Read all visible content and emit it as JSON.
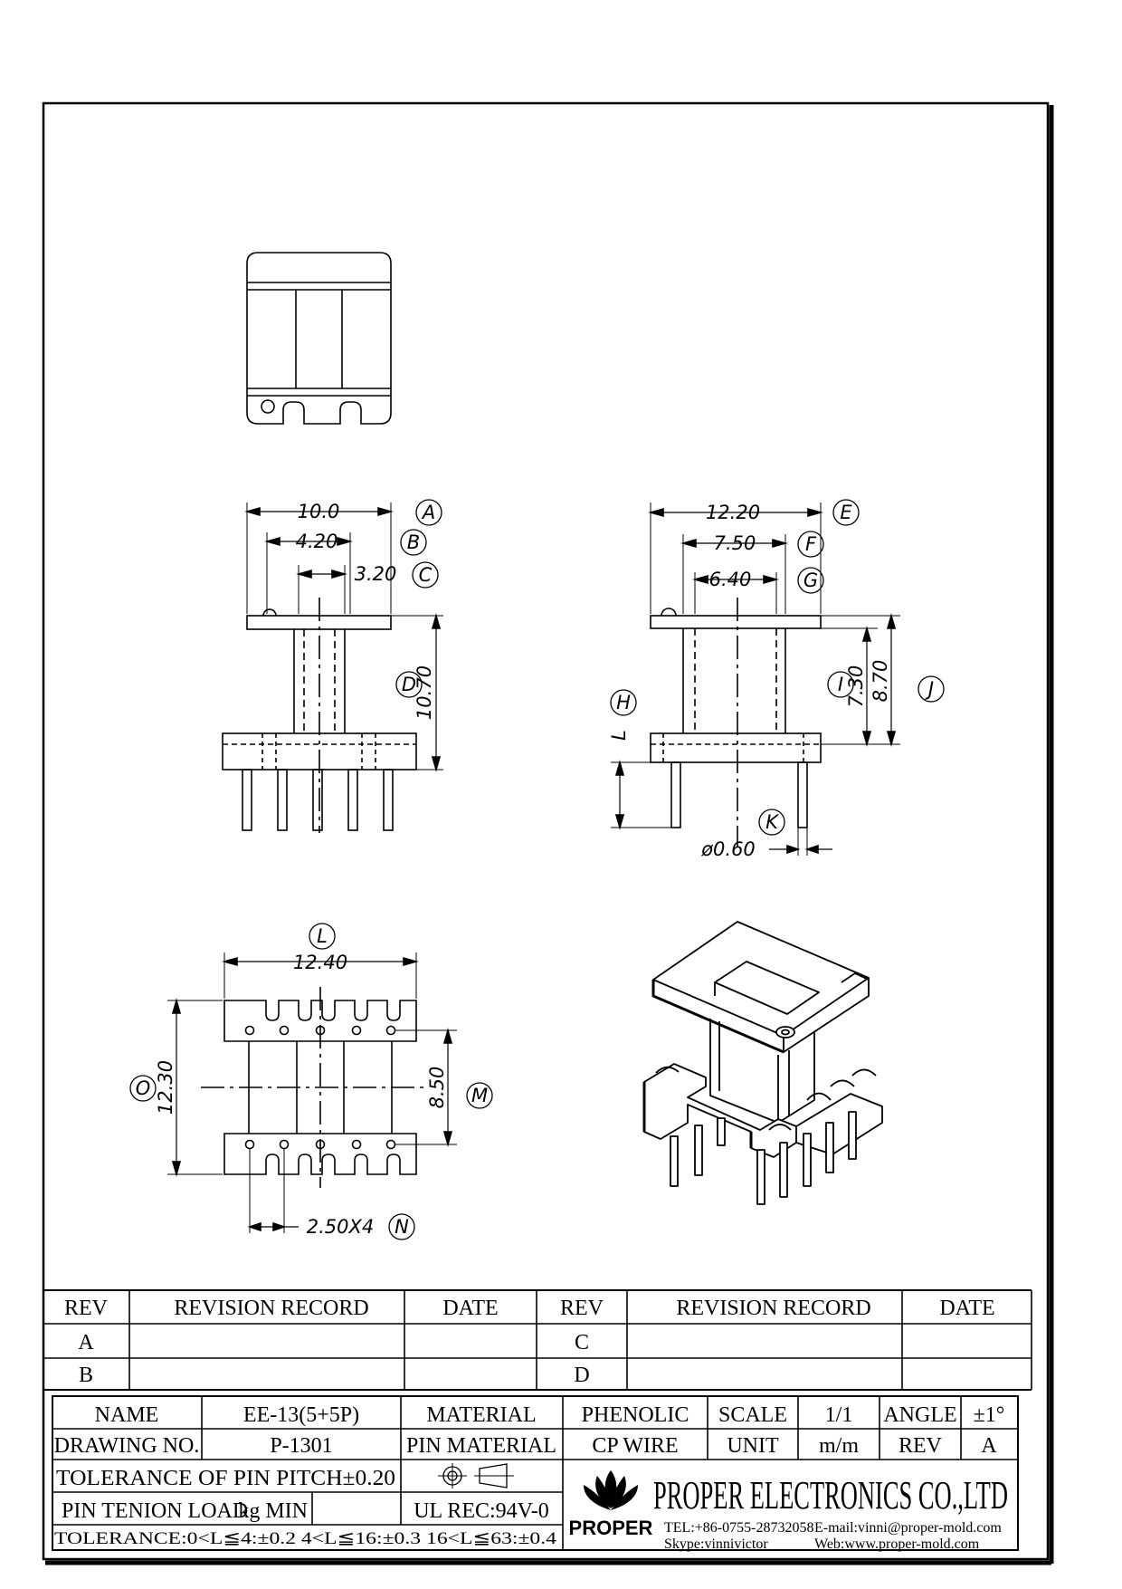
{
  "dimensions": {
    "A": "10.0",
    "B": "4.20",
    "C": "3.20",
    "D": "10.70",
    "E": "12.20",
    "F": "7.50",
    "G": "6.40",
    "H": "L",
    "I": "7.30",
    "J": "8.70",
    "K": "ø0.60",
    "L": "12.40",
    "M": "8.50",
    "N": "2.50X4",
    "O": "12.30"
  },
  "callouts": [
    "A",
    "B",
    "C",
    "D",
    "E",
    "F",
    "G",
    "H",
    "I",
    "J",
    "K",
    "L",
    "M",
    "N",
    "O"
  ],
  "revision_table": {
    "headers": [
      "REV",
      "REVISION RECORD",
      "DATE",
      "REV",
      "REVISION RECORD",
      "DATE"
    ],
    "rows": [
      [
        "A",
        "",
        "",
        "C",
        "",
        ""
      ],
      [
        "B",
        "",
        "",
        "D",
        "",
        ""
      ]
    ]
  },
  "title_block": {
    "name_label": "NAME",
    "name_value": "EE-13(5+5P)",
    "material_label": "MATERIAL",
    "material_value": "PHENOLIC",
    "scale_label": "SCALE",
    "scale_value": "1/1",
    "angle_label": "ANGLE",
    "angle_value": "±1°",
    "drawing_no_label": "DRAWING NO.",
    "drawing_no_value": "P-1301",
    "pin_material_label": "PIN MATERIAL",
    "pin_material_value": "CP WIRE",
    "unit_label": "UNIT",
    "unit_value": "m/m",
    "rev_label": "REV",
    "rev_value": "A",
    "tolerance_pitch": "TOLERANCE OF PIN PITCH±0.20",
    "pin_load_label": "PIN TENION LOAD",
    "pin_load_unit": "kg MIN",
    "ul_rec": "UL REC:94V-0",
    "tolerance_general": "TOLERANCE:0<L≦4:±0.2  4<L≦16:±0.3  16<L≦63:±0.4"
  },
  "company": {
    "name": "PROPER ELECTRONICS CO.,LTD",
    "brand": "PROPER",
    "tel": "TEL:+86-0755-28732058",
    "email": "E-mail:vinni@proper-mold.com",
    "skype": "Skype:vinnivictor",
    "web": "Web:www.proper-mold.com"
  },
  "colors": {
    "ink": "#000000",
    "paper": "#ffffff"
  }
}
